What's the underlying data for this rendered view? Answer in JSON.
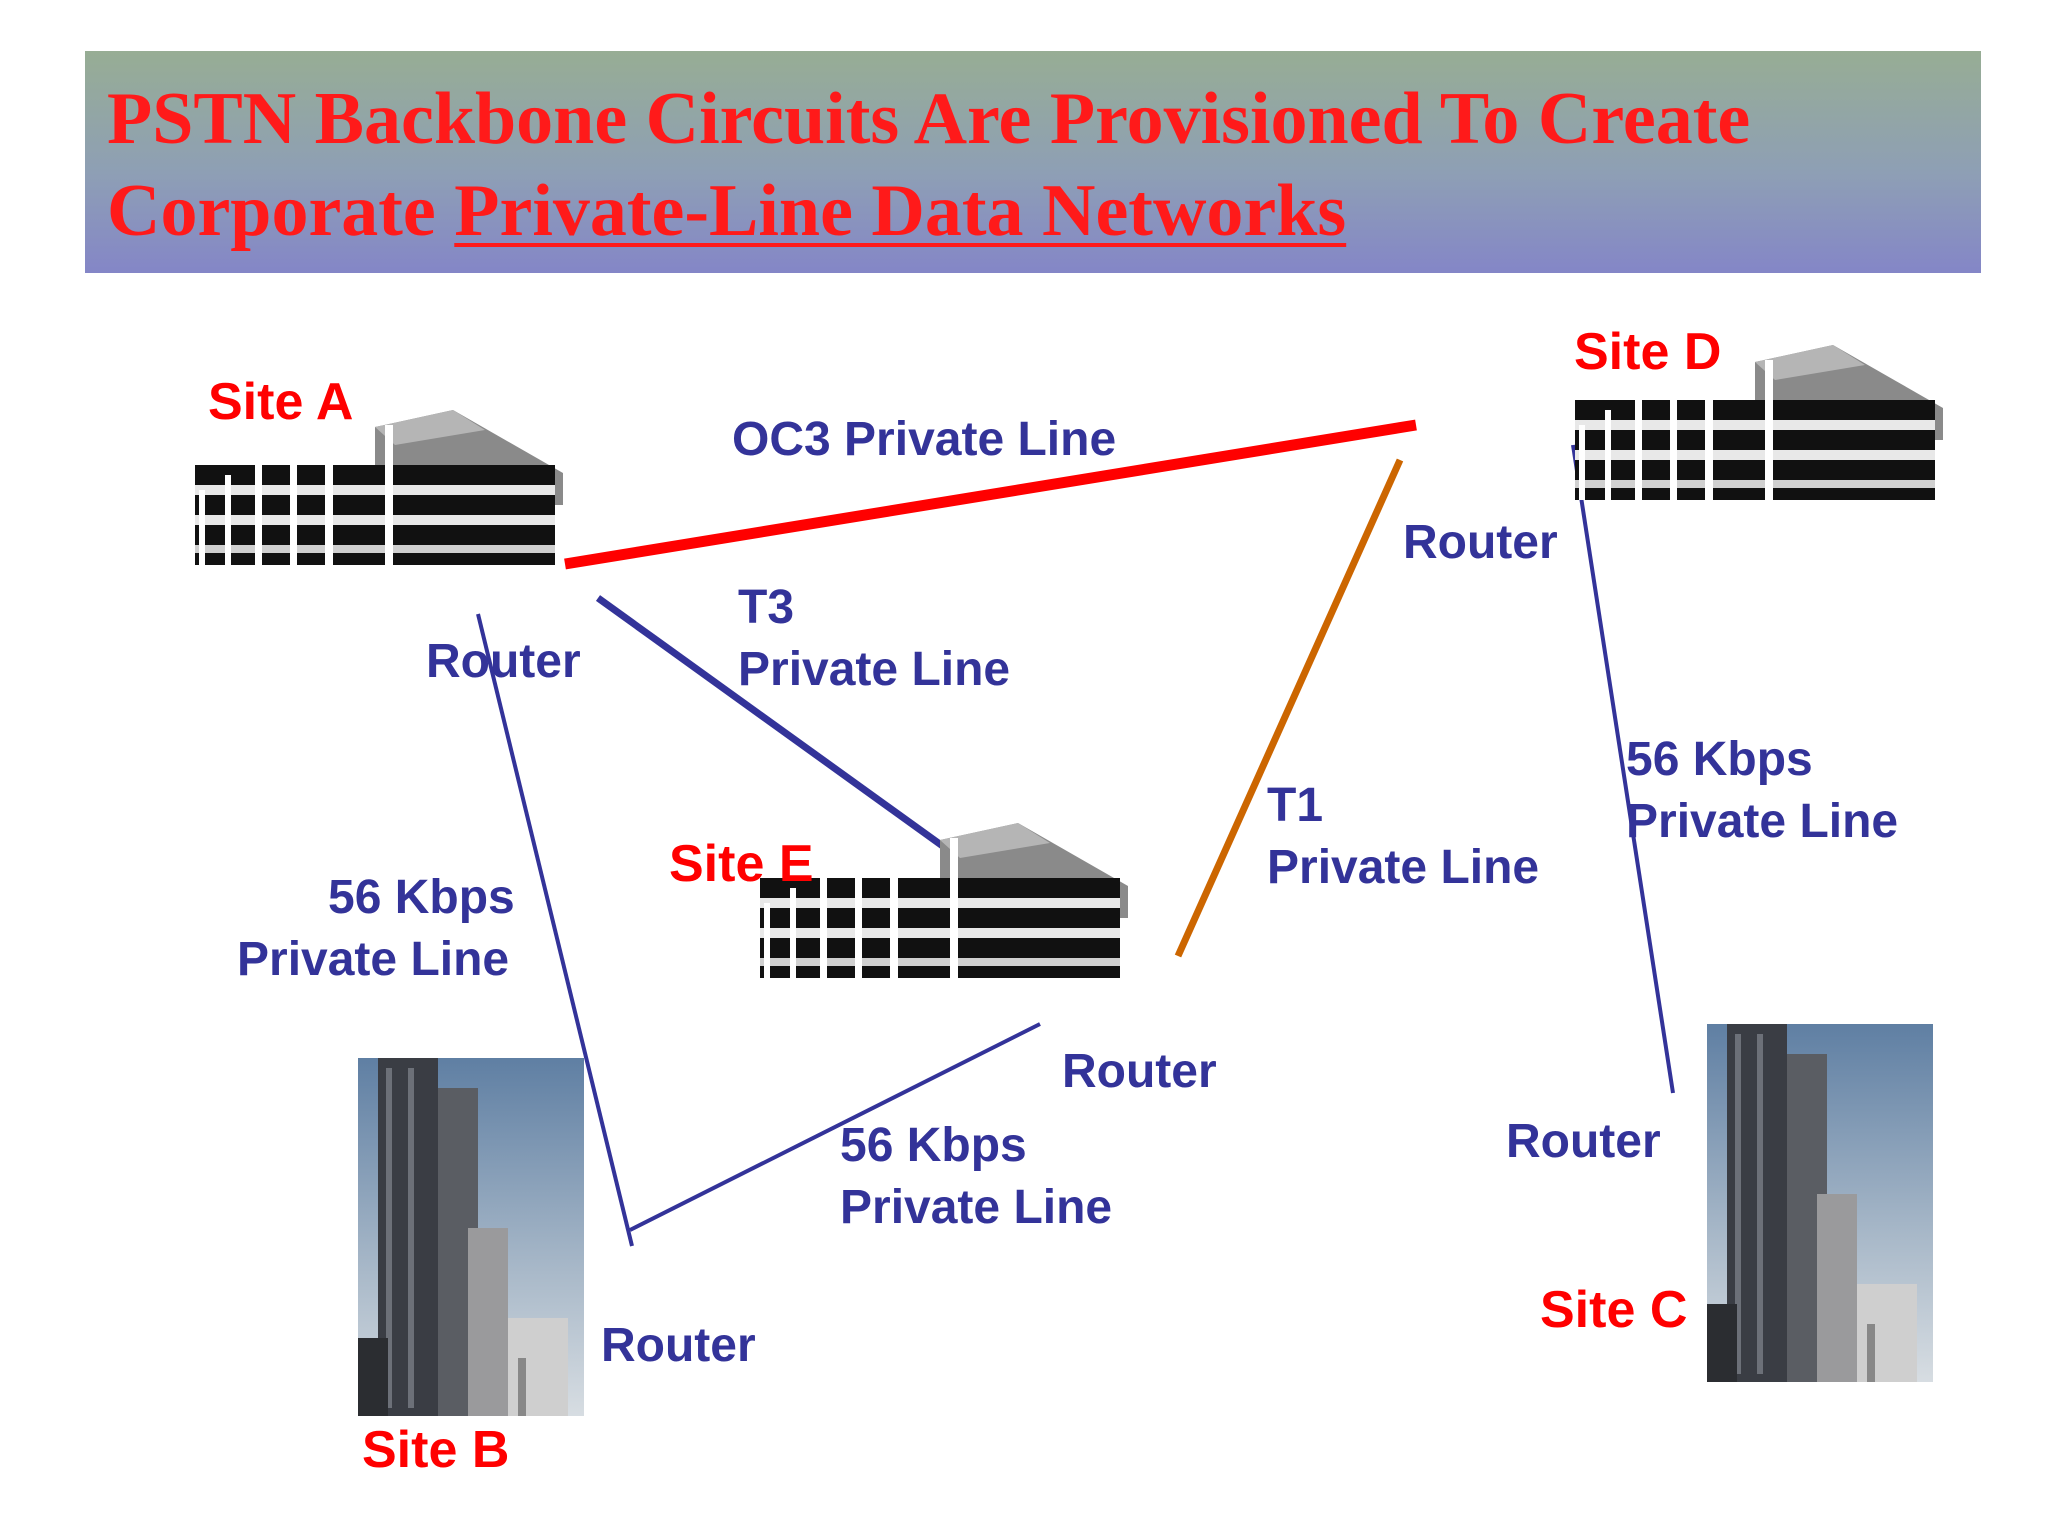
{
  "slide": {
    "title_line1": "PSTN Backbone Circuits Are Provisioned To Create",
    "title_line2_plain": "Corporate ",
    "title_line2_underlined": "Private-Line Data Networks"
  },
  "sites": {
    "a": "Site A",
    "b": "Site B",
    "c": "Site C",
    "d": "Site D",
    "e": "Site E"
  },
  "routers": {
    "a": "Router",
    "b": "Router",
    "c": "Router",
    "d": "Router",
    "e": "Router"
  },
  "links": {
    "oc3": {
      "label": "OC3 Private Line",
      "color": "#ff0000"
    },
    "t3": {
      "line1": "T3",
      "line2": "Private Line",
      "color": "#333399"
    },
    "t1": {
      "line1": "T1",
      "line2": "Private Line",
      "color": "#cc6600"
    },
    "dc": {
      "line1": "56 Kbps",
      "line2": "Private Line",
      "color": "#333399"
    },
    "ab": {
      "line1": "56 Kbps",
      "line2": "Private Line",
      "color": "#333399"
    },
    "be": {
      "line1": "56 Kbps",
      "line2": "Private Line",
      "color": "#333399"
    }
  },
  "colors": {
    "title_text": "#ff1a1a",
    "site_label": "#ff0000",
    "link_label": "#333399"
  },
  "icons": {
    "low_building": "office-building-icon",
    "tower": "skyscraper-icon"
  }
}
